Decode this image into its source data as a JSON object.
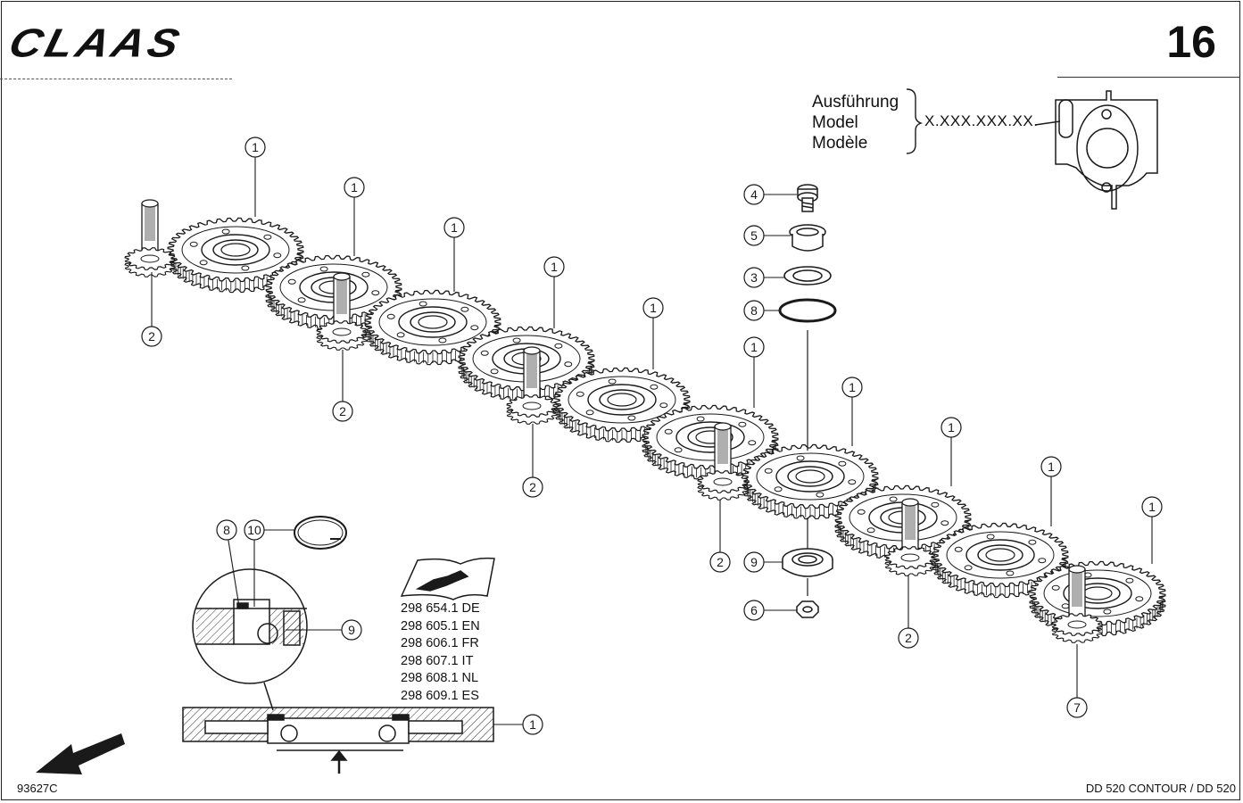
{
  "header": {
    "logo_text": "CLAAS",
    "page_number": "16"
  },
  "variant_box": {
    "labels": [
      "Ausführung",
      "Model",
      "Modèle"
    ],
    "model_code": "X.XXX.XXX.XX."
  },
  "manuals": [
    "298 654.1 DE",
    "298 605.1 EN",
    "298 606.1 FR",
    "298 607.1 IT",
    "298 608.1 NL",
    "298 609.1 ES"
  ],
  "callouts": {
    "gear_big": "1",
    "gear_small": "2",
    "washer": "3",
    "screw": "4",
    "bushing": "5",
    "nut": "6",
    "gear_end": "7",
    "ring_seal": "8",
    "bearing": "9",
    "snap_ring": "10"
  },
  "footer": {
    "reference": "93627C",
    "model": "DD 520 CONTOUR / DD 520"
  },
  "colors": {
    "line": "#1a1a1a",
    "paper": "#ffffff"
  }
}
